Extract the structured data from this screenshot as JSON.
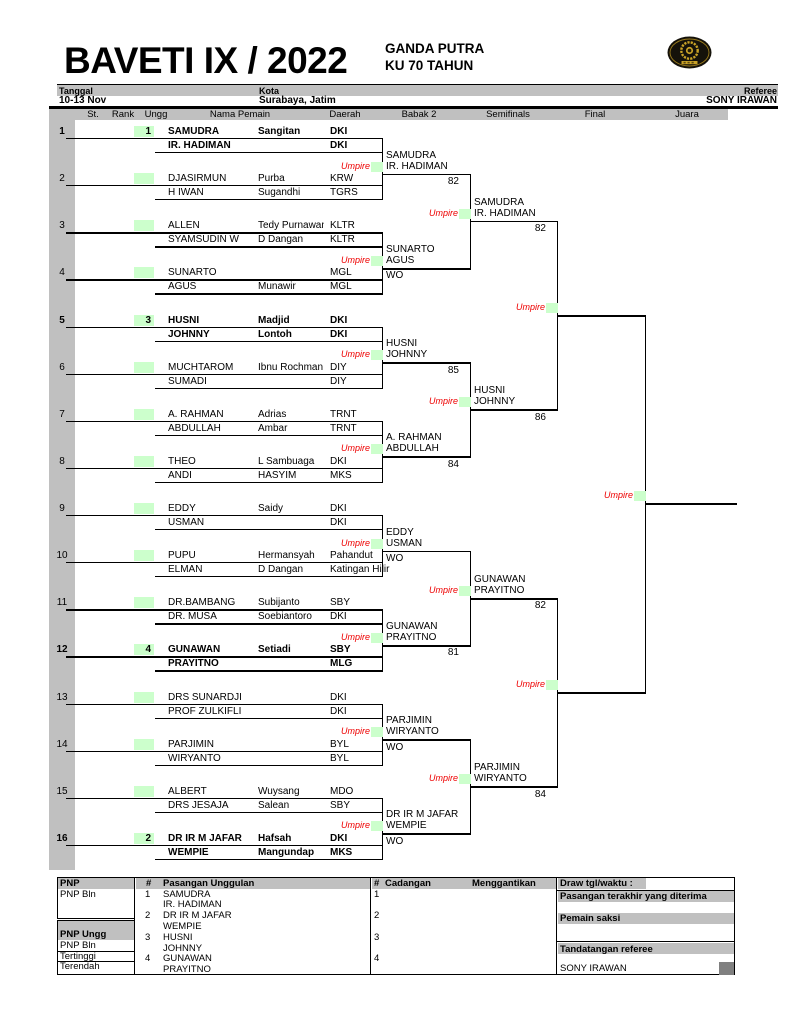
{
  "header": {
    "title": "BAVETI IX / 2022",
    "category": "GANDA PUTRA",
    "age_group": "KU 70 TAHUN",
    "labels": {
      "tanggal": "Tanggal",
      "kota": "Kota",
      "referee": "Referee"
    },
    "tanggal": "10-13 Nov",
    "kota": "Surabaya, Jatim",
    "referee": "SONY IRAWAN"
  },
  "columns": [
    "St.",
    "Rank",
    "Ungg",
    "Nama Pemain",
    "Daerah",
    "Babak 2",
    "Semifinals",
    "Final",
    "Juara"
  ],
  "umpire_label": "Umpire",
  "entries": [
    {
      "no": "1",
      "seed": "1",
      "bold": true,
      "p1": {
        "name": "SAMUDRA",
        "first": "Sangitan",
        "region": "DKI"
      },
      "p2": {
        "name": "IR. HADIMAN",
        "first": "",
        "region": "DKI"
      }
    },
    {
      "no": "2",
      "seed": "",
      "bold": false,
      "p1": {
        "name": "DJASIRMUN",
        "first": "Purba",
        "region": "KRW"
      },
      "p2": {
        "name": "H IWAN",
        "first": "Sugandhi",
        "region": "TGRS"
      }
    },
    {
      "no": "3",
      "seed": "",
      "bold": false,
      "p1": {
        "name": "ALLEN",
        "first": "Tedy Purnawan",
        "region": "KLTR"
      },
      "p2": {
        "name": "SYAMSUDIN W",
        "first": "D Dangan",
        "region": "KLTR"
      }
    },
    {
      "no": "4",
      "seed": "",
      "bold": false,
      "p1": {
        "name": "SUNARTO",
        "first": "",
        "region": "MGL"
      },
      "p2": {
        "name": "AGUS",
        "first": "Munawir",
        "region": "MGL"
      }
    },
    {
      "no": "5",
      "seed": "3",
      "bold": true,
      "p1": {
        "name": "HUSNI",
        "first": "Madjid",
        "region": "DKI"
      },
      "p2": {
        "name": "JOHNNY",
        "first": "Lontoh",
        "region": "DKI"
      }
    },
    {
      "no": "6",
      "seed": "",
      "bold": false,
      "p1": {
        "name": "MUCHTAROM",
        "first": "Ibnu Rochman",
        "region": "DIY"
      },
      "p2": {
        "name": "SUMADI",
        "first": "",
        "region": "DIY"
      }
    },
    {
      "no": "7",
      "seed": "",
      "bold": false,
      "p1": {
        "name": "A. RAHMAN",
        "first": "Adrias",
        "region": "TRNT"
      },
      "p2": {
        "name": "ABDULLAH",
        "first": "Ambar",
        "region": "TRNT"
      }
    },
    {
      "no": "8",
      "seed": "",
      "bold": false,
      "p1": {
        "name": "THEO",
        "first": "L Sambuaga",
        "region": "DKI"
      },
      "p2": {
        "name": "ANDI",
        "first": "HASYIM",
        "region": "MKS"
      }
    },
    {
      "no": "9",
      "seed": "",
      "bold": false,
      "p1": {
        "name": "EDDY",
        "first": "Saidy",
        "region": "DKI"
      },
      "p2": {
        "name": "USMAN",
        "first": "",
        "region": "DKI"
      }
    },
    {
      "no": "10",
      "seed": "",
      "bold": false,
      "p1": {
        "name": "PUPU",
        "first": "Hermansyah",
        "region": "Pahandut"
      },
      "p2": {
        "name": "ELMAN",
        "first": "D Dangan",
        "region": "Katingan Hilir"
      }
    },
    {
      "no": "11",
      "seed": "",
      "bold": false,
      "p1": {
        "name": "DR.BAMBANG",
        "first": "Subijanto",
        "region": "SBY"
      },
      "p2": {
        "name": "DR. MUSA",
        "first": "Soebiantoro",
        "region": "DKI"
      }
    },
    {
      "no": "12",
      "seed": "4",
      "bold": true,
      "p1": {
        "name": "GUNAWAN",
        "first": "Setiadi",
        "region": "SBY"
      },
      "p2": {
        "name": "PRAYITNO",
        "first": "",
        "region": "MLG"
      }
    },
    {
      "no": "13",
      "seed": "",
      "bold": false,
      "p1": {
        "name": "DRS SUNARDJI",
        "first": "",
        "region": "DKI"
      },
      "p2": {
        "name": "PROF ZULKIFLI",
        "first": "",
        "region": "DKI"
      }
    },
    {
      "no": "14",
      "seed": "",
      "bold": false,
      "p1": {
        "name": "PARJIMIN",
        "first": "",
        "region": "BYL"
      },
      "p2": {
        "name": "WIRYANTO",
        "first": "",
        "region": "BYL"
      }
    },
    {
      "no": "15",
      "seed": "",
      "bold": false,
      "p1": {
        "name": "ALBERT",
        "first": "Wuysang",
        "region": "MDO"
      },
      "p2": {
        "name": "DRS JESAJA",
        "first": "Salean",
        "region": "SBY"
      }
    },
    {
      "no": "16",
      "seed": "2",
      "bold": true,
      "p1": {
        "name": "DR IR M JAFAR",
        "first": "Hafsah",
        "region": "DKI"
      },
      "p2": {
        "name": "WEMPIE",
        "first": "Mangundap",
        "region": "MKS"
      }
    }
  ],
  "round1_winners": [
    {
      "team": [
        "SAMUDRA",
        "IR. HADIMAN"
      ],
      "score": "82"
    },
    {
      "team": [
        "SUNARTO",
        "AGUS"
      ],
      "score": "WO"
    },
    {
      "team": [
        "HUSNI",
        "JOHNNY"
      ],
      "score": "85"
    },
    {
      "team": [
        "A. RAHMAN",
        "ABDULLAH"
      ],
      "score": "84"
    },
    {
      "team": [
        "EDDY",
        "USMAN"
      ],
      "score": "WO"
    },
    {
      "team": [
        "GUNAWAN",
        "PRAYITNO"
      ],
      "score": "81"
    },
    {
      "team": [
        "PARJIMIN",
        "WIRYANTO"
      ],
      "score": "WO"
    },
    {
      "team": [
        "DR IR M JAFAR",
        "WEMPIE"
      ],
      "score": "WO"
    }
  ],
  "round2_winners": [
    {
      "team": [
        "SAMUDRA",
        "IR. HADIMAN"
      ],
      "score": "82"
    },
    {
      "team": [
        "HUSNI",
        "JOHNNY"
      ],
      "score": "86"
    },
    {
      "team": [
        "GUNAWAN",
        "PRAYITNO"
      ],
      "score": "82"
    },
    {
      "team": [
        "PARJIMIN",
        "WIRYANTO"
      ],
      "score": "84"
    }
  ],
  "footer": {
    "pnp": {
      "header": "PNP",
      "bln1": "PNP Bln",
      "ungg": "PNP Ungg",
      "bln2": "PNP Bln",
      "tertinggi": "Tertinggi",
      "terendah": "Terendah"
    },
    "seeded_header": {
      "hash": "#",
      "label": "Pasangan Unggulan"
    },
    "seeded": [
      [
        "SAMUDRA",
        "IR. HADIMAN"
      ],
      [
        "DR IR M JAFAR",
        "WEMPIE"
      ],
      [
        "HUSNI",
        "JOHNNY"
      ],
      [
        "GUNAWAN",
        "PRAYITNO"
      ]
    ],
    "seed_numbers": [
      "1",
      "2",
      "3",
      "4"
    ],
    "cadangan_header": {
      "hash": "#",
      "label": "Cadangan",
      "sub": "Menggantikan"
    },
    "cadangan_numbers": [
      "1",
      "2",
      "3",
      "4"
    ],
    "right": {
      "draw_label": "Draw tgl/waktu :",
      "last_pair": "Pasangan terakhir yang diterima",
      "pemain_saksi": "Pemain saksi",
      "tandatangan": "Tandatangan referee",
      "referee_name": "SONY IRAWAN"
    }
  },
  "colors": {
    "band": "#c0c0c0",
    "green": "#ccffcc",
    "red": "#ee0000",
    "line": "#000000",
    "dark_square": "#808080"
  }
}
